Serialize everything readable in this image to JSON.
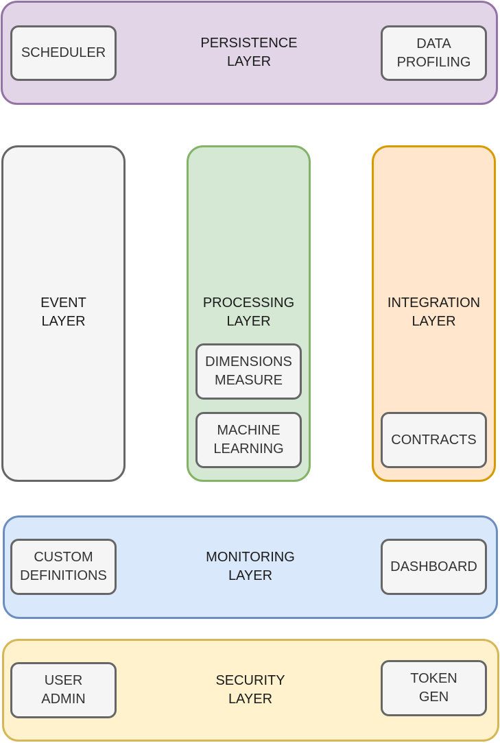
{
  "layers": {
    "persistence": {
      "label": "PERSISTENCE\nLAYER",
      "fill": "#e1d5e7",
      "stroke": "#9673a6"
    },
    "event": {
      "label": "EVENT\nLAYER",
      "fill": "#f5f5f5",
      "stroke": "#666666"
    },
    "processing": {
      "label": "PROCESSING\nLAYER",
      "fill": "#d5e8d4",
      "stroke": "#82b366"
    },
    "integration": {
      "label": "INTEGRATION\nLAYER",
      "fill": "#ffe6cc",
      "stroke": "#d79b00"
    },
    "monitoring": {
      "label": "MONITORING\nLAYER",
      "fill": "#dae8fc",
      "stroke": "#6c8ebf"
    },
    "security": {
      "label": "SECURITY\nLAYER",
      "fill": "#fff2cc",
      "stroke": "#d6b656"
    }
  },
  "components": {
    "scheduler": "SCHEDULER",
    "data_profiling": "DATA\nPROFILING",
    "dimensions_measure": "DIMENSIONS\nMEASURE",
    "machine_learning": "MACHINE\nLEARNING",
    "contracts": "CONTRACTS",
    "custom_definitions": "CUSTOM\nDEFINITIONS",
    "dashboard": "DASHBOARD",
    "user_admin": "USER\nADMIN",
    "token_gen": "TOKEN\nGEN"
  },
  "component_style": {
    "fill": "#f5f5f5",
    "stroke": "#666666",
    "text": "#333333"
  }
}
